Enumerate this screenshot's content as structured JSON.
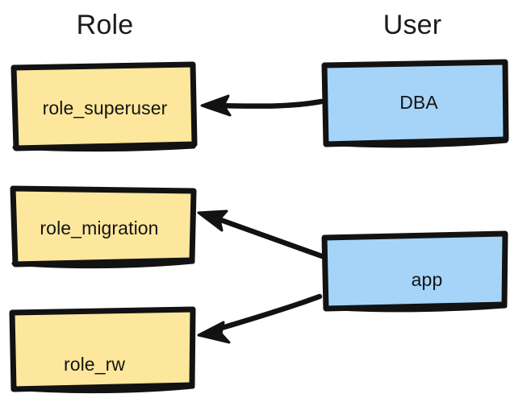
{
  "diagram": {
    "title_columns": {
      "left": "Role",
      "right": "User"
    },
    "style": {
      "background": "#ffffff",
      "role_fill": "#fce79c",
      "user_fill": "#a5d4f8",
      "stroke": "#121212",
      "text": "#141414",
      "heading_text": "#1b1b1b"
    },
    "nodes": [
      {
        "id": "role_superuser",
        "label": "role_superuser",
        "column": "Role",
        "fill": "#fce79c"
      },
      {
        "id": "role_migration",
        "label": "role_migration",
        "column": "Role",
        "fill": "#fce79c"
      },
      {
        "id": "role_rw",
        "label": "role_rw",
        "column": "Role",
        "fill": "#fce79c"
      },
      {
        "id": "dba",
        "label": "DBA",
        "column": "User",
        "fill": "#a5d4f8"
      },
      {
        "id": "app",
        "label": "app",
        "column": "User",
        "fill": "#a5d4f8"
      }
    ],
    "edges": [
      {
        "id": "dba-to-role-superuser",
        "from": "DBA",
        "to": "role_superuser",
        "direction": "right-to-left",
        "label": ""
      },
      {
        "id": "app-to-role-migration",
        "from": "app",
        "to": "role_migration",
        "direction": "right-to-left",
        "label": ""
      },
      {
        "id": "app-to-role-rw",
        "from": "app",
        "to": "role_rw",
        "direction": "right-to-left",
        "label": ""
      }
    ]
  }
}
